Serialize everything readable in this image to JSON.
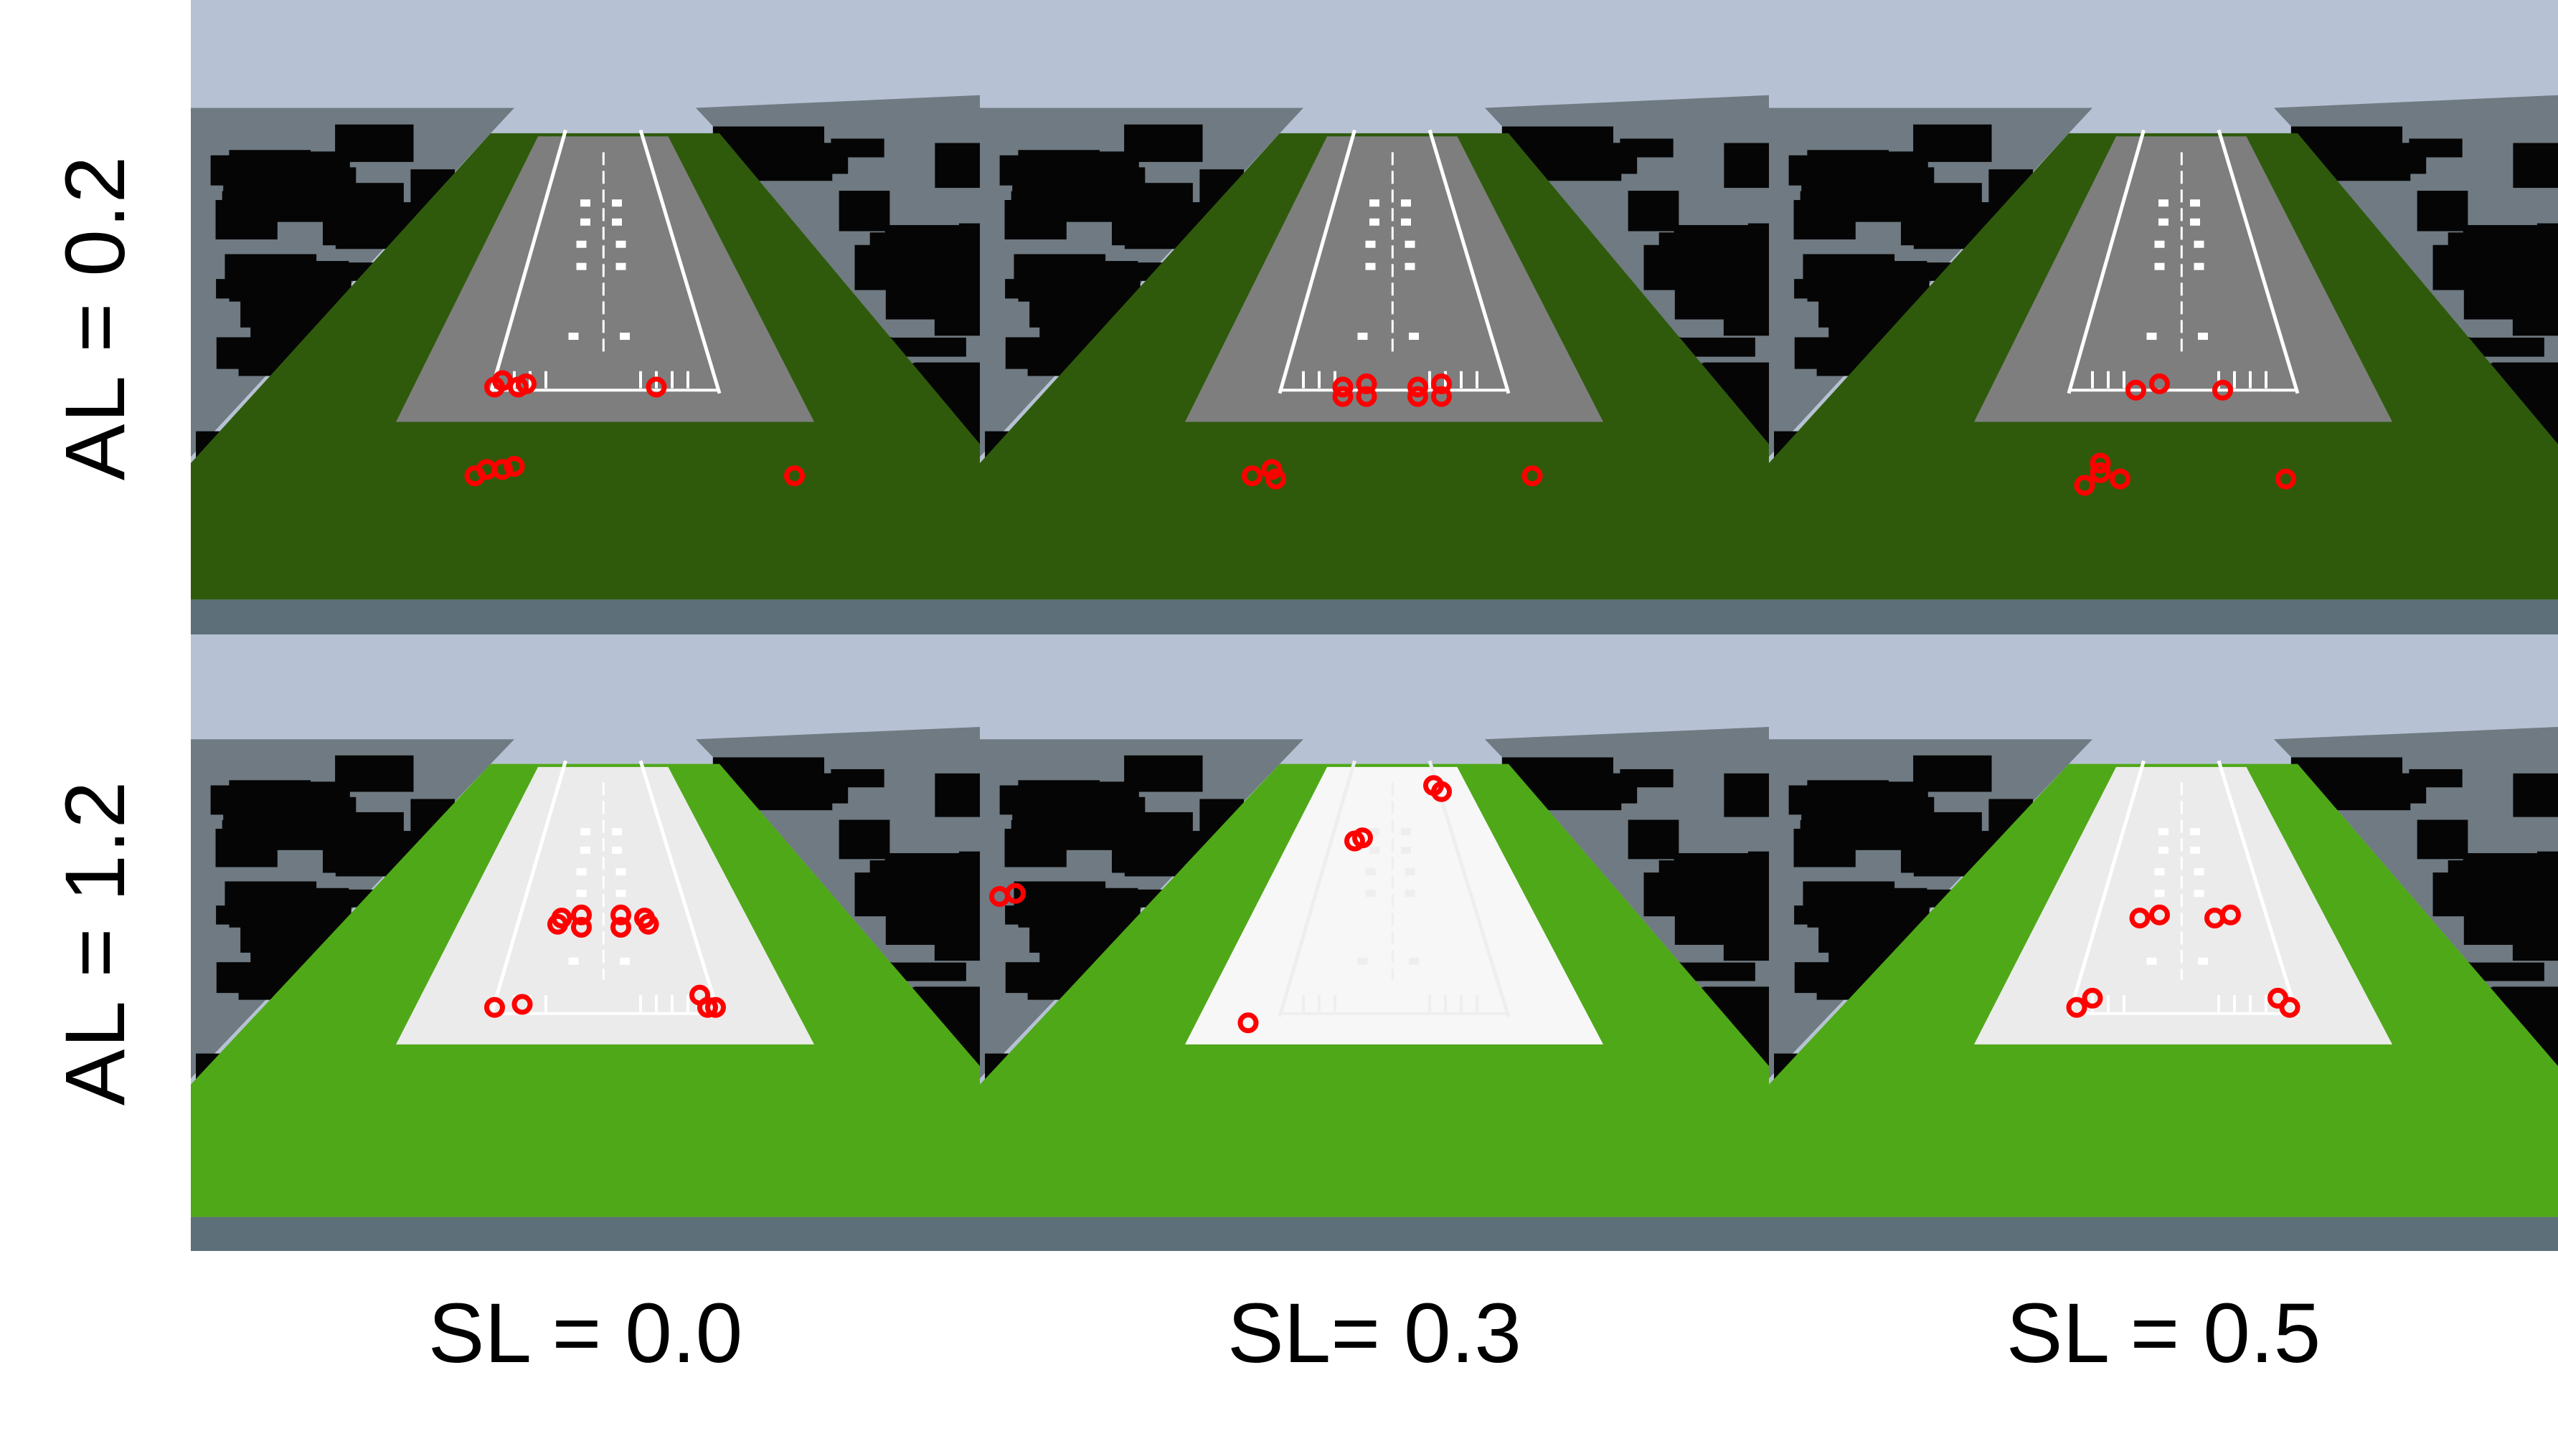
{
  "figure": {
    "row_labels": [
      {
        "label": "AL = 0.2"
      },
      {
        "label": "AL = 1.2"
      }
    ],
    "column_labels": [
      {
        "label": "SL = 0.0"
      },
      {
        "label": "SL= 0.3"
      },
      {
        "label": "SL = 0.5"
      }
    ],
    "colors": {
      "sky": "#b6c2d3",
      "grass_dark": "#2f5a0c",
      "grass_bright": "#4fa818",
      "runway_dark": "#7e7e7e",
      "runway_bright": "#ebebeb",
      "runway_washed": "#f7f7f7",
      "markings": "#ffffff",
      "buildings": "#050505",
      "terrain": "#6f7a82",
      "water": "#5d6f78",
      "marker": "#ff0000"
    },
    "panels": [
      {
        "row": 0,
        "col": 0,
        "al": "0.2",
        "sl": "0.0",
        "scene": "dark",
        "markers": [
          [
            0.385,
            0.61
          ],
          [
            0.395,
            0.6
          ],
          [
            0.425,
            0.605
          ],
          [
            0.415,
            0.61
          ],
          [
            0.59,
            0.61
          ],
          [
            0.36,
            0.75
          ],
          [
            0.375,
            0.74
          ],
          [
            0.41,
            0.735
          ],
          [
            0.395,
            0.74
          ],
          [
            0.765,
            0.75
          ]
        ]
      },
      {
        "row": 0,
        "col": 1,
        "al": "0.2",
        "sl": "0.3",
        "scene": "dark",
        "markers": [
          [
            0.46,
            0.61
          ],
          [
            0.49,
            0.605
          ],
          [
            0.46,
            0.625
          ],
          [
            0.49,
            0.625
          ],
          [
            0.555,
            0.61
          ],
          [
            0.585,
            0.605
          ],
          [
            0.555,
            0.625
          ],
          [
            0.585,
            0.625
          ],
          [
            0.345,
            0.75
          ],
          [
            0.37,
            0.74
          ],
          [
            0.375,
            0.755
          ],
          [
            0.7,
            0.75
          ]
        ]
      },
      {
        "row": 0,
        "col": 2,
        "al": "0.2",
        "sl": "0.5",
        "scene": "dark",
        "markers": [
          [
            0.465,
            0.615
          ],
          [
            0.495,
            0.605
          ],
          [
            0.575,
            0.615
          ],
          [
            0.4,
            0.765
          ],
          [
            0.42,
            0.745
          ],
          [
            0.445,
            0.755
          ],
          [
            0.42,
            0.73
          ],
          [
            0.655,
            0.755
          ]
        ]
      },
      {
        "row": 1,
        "col": 0,
        "al": "1.2",
        "sl": "0.0",
        "scene": "bright",
        "markers": [
          [
            0.47,
            0.46
          ],
          [
            0.495,
            0.455
          ],
          [
            0.465,
            0.47
          ],
          [
            0.495,
            0.475
          ],
          [
            0.545,
            0.455
          ],
          [
            0.575,
            0.46
          ],
          [
            0.545,
            0.475
          ],
          [
            0.58,
            0.47
          ],
          [
            0.385,
            0.605
          ],
          [
            0.42,
            0.6
          ],
          [
            0.645,
            0.585
          ],
          [
            0.655,
            0.605
          ],
          [
            0.665,
            0.605
          ]
        ]
      },
      {
        "row": 1,
        "col": 1,
        "al": "1.2",
        "sl": "0.3",
        "scene": "washed",
        "markers": [
          [
            0.575,
            0.245
          ],
          [
            0.585,
            0.255
          ],
          [
            0.475,
            0.335
          ],
          [
            0.485,
            0.33
          ],
          [
            0.025,
            0.425
          ],
          [
            0.045,
            0.42
          ],
          [
            0.34,
            0.63
          ]
        ]
      },
      {
        "row": 1,
        "col": 2,
        "al": "1.2",
        "sl": "0.5",
        "scene": "bright",
        "markers": [
          [
            0.47,
            0.46
          ],
          [
            0.495,
            0.455
          ],
          [
            0.565,
            0.46
          ],
          [
            0.585,
            0.455
          ],
          [
            0.39,
            0.605
          ],
          [
            0.41,
            0.59
          ],
          [
            0.645,
            0.59
          ],
          [
            0.66,
            0.605
          ]
        ]
      }
    ]
  }
}
